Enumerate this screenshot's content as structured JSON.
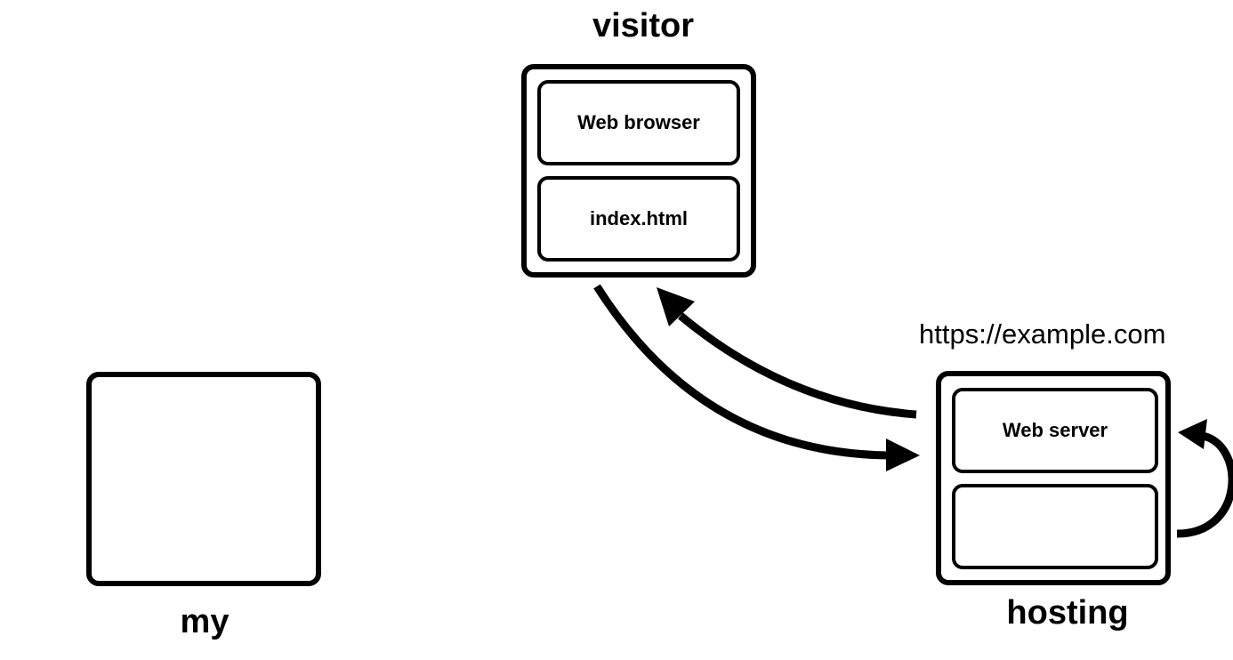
{
  "nodes": {
    "visitor": {
      "title": "visitor",
      "slots": [
        "Web browser",
        "index.html"
      ]
    },
    "hosting": {
      "title": "hosting",
      "url": "https://example.com",
      "slots": [
        "Web server",
        ""
      ]
    },
    "my": {
      "title": "my"
    }
  },
  "colors": {
    "stroke": "#000000",
    "background": "#ffffff"
  }
}
